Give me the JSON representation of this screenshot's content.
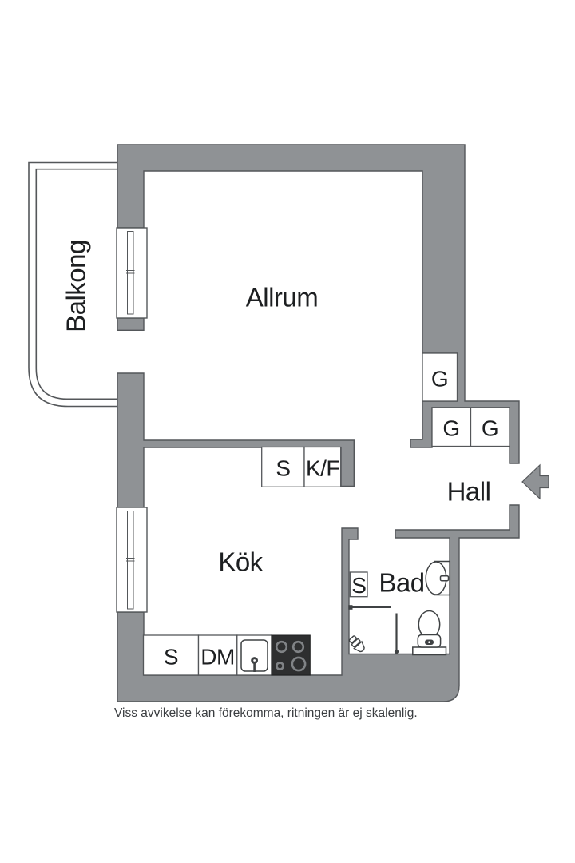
{
  "plan": {
    "rooms": {
      "balcony": "Balkong",
      "living_room": "Allrum",
      "kitchen": "Kök",
      "hall": "Hall",
      "bathroom": "Bad"
    },
    "closets": {
      "wardrobe_top": "G",
      "wardrobe_left": "G",
      "wardrobe_right": "G"
    },
    "kitchen_units": {
      "tall_cabinet": "S",
      "fridge_freezer": "K/F",
      "base_cabinet": "S",
      "dishwasher": "DM"
    },
    "bathroom_units": {
      "cabinet": "S"
    },
    "icons": [
      "entry-arrow-icon",
      "window-icon",
      "sink-icon",
      "stove-icon",
      "toilet-icon",
      "washbasin-icon",
      "shower-mixer-icon",
      "towel-rail-icon",
      "shower-screen-icon"
    ]
  },
  "footer": {
    "disclaimer": "Viss avvikelse kan förekomma, ritningen är ej skalenlig."
  },
  "colors": {
    "background": "#FFFFFF",
    "wall_fill": "#8F9295",
    "outline": "#54575A",
    "fixture_line": "#3F4244",
    "text": "#1D1F21",
    "footer_text": "#3A3D40",
    "stove_fill": "#2E2F30",
    "burner_ring": "#808386"
  }
}
